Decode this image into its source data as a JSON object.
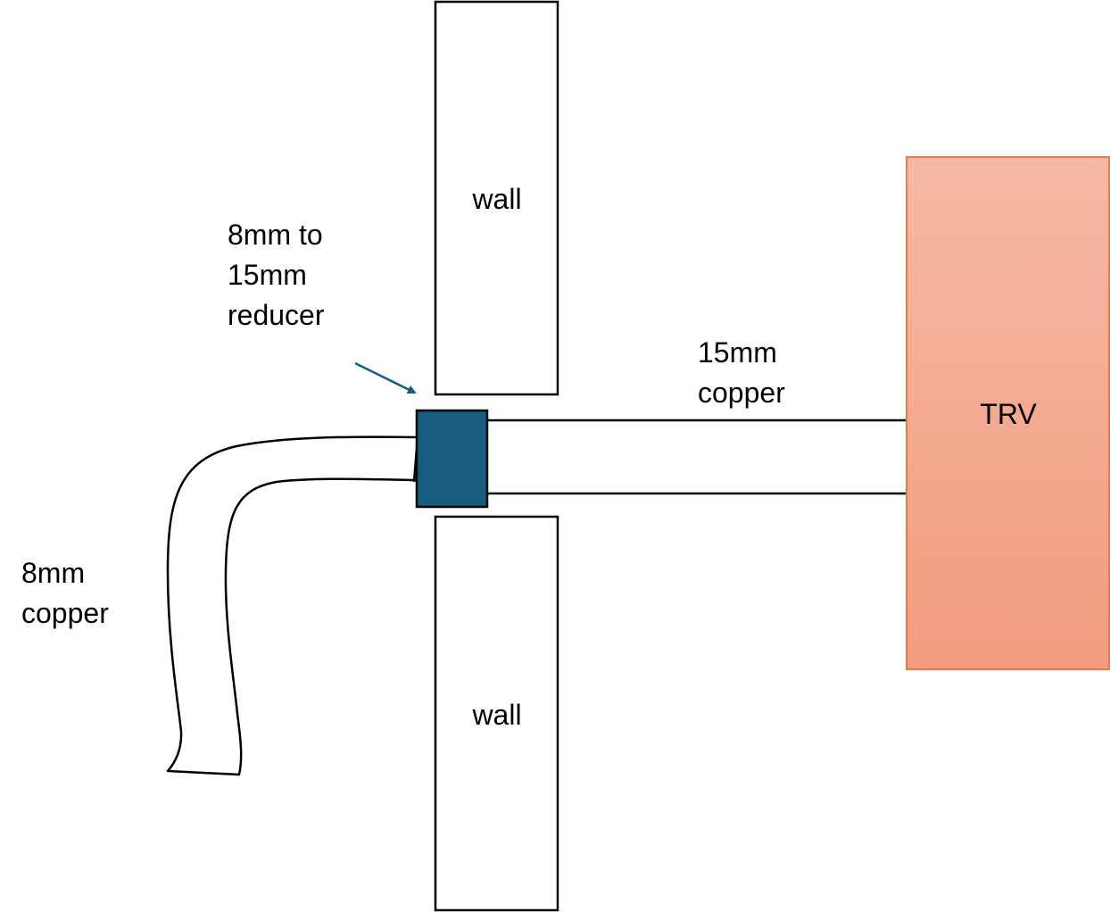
{
  "labels": {
    "wall_top": "wall",
    "wall_bottom": "wall",
    "reducer": [
      "8mm to",
      "15mm",
      "reducer"
    ],
    "pipe_15mm": [
      "15mm",
      "copper"
    ],
    "pipe_8mm": [
      "8mm",
      "copper"
    ],
    "trv": "TRV"
  },
  "colors": {
    "reducer_fill": "#155C80",
    "arrow": "#155C80",
    "trv_gradient_top": "#F5B9A4",
    "trv_gradient_bottom": "#F39C7E",
    "trv_border": "#E97A48",
    "stroke": "#000000"
  }
}
